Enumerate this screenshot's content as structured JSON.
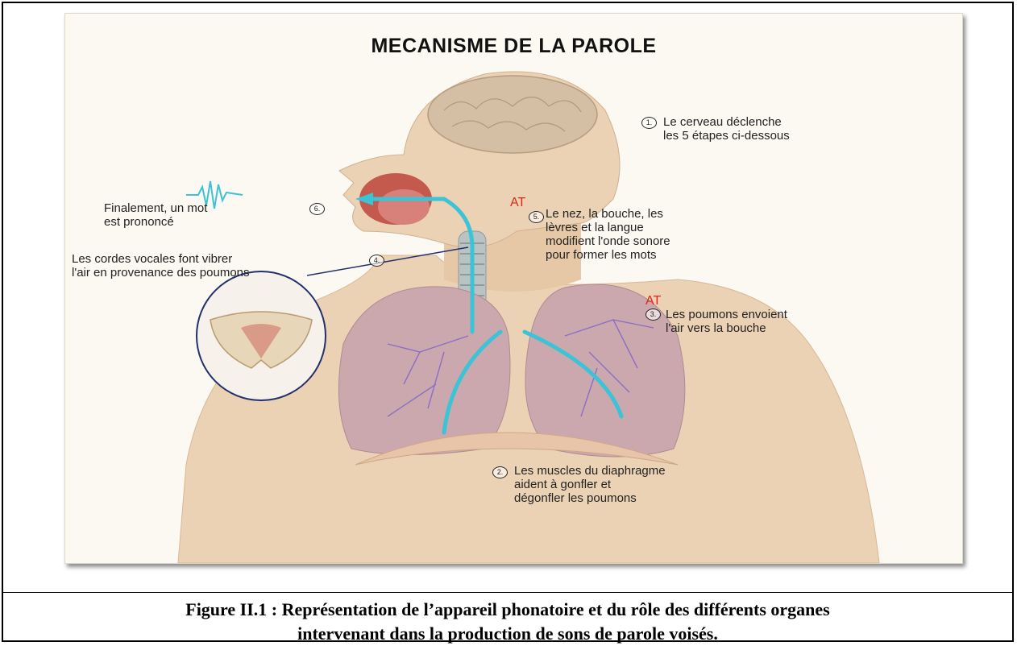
{
  "figure": {
    "title": "MECANISME DE LA PAROLE",
    "labels": [
      {
        "num": "1.",
        "text": "Le cerveau déclenche\nles 5 étapes ci-dessous"
      },
      {
        "num": "2.",
        "text": "Les muscles du diaphragme\naident à gonfler et\ndégonfler les poumons"
      },
      {
        "num": "3.",
        "text": "Les poumons envoient\nl'air vers la bouche"
      },
      {
        "num": "4.",
        "text": "Les cordes vocales font vibrer\nl'air en provenance des poumons"
      },
      {
        "num": "5.",
        "text": "Le nez, la bouche, les\nlèvres et la langue\nmodifient l'onde sonore\npour former les mots"
      },
      {
        "num": "6.",
        "text": "Finalement, un mot\nest prononcé"
      }
    ],
    "watermark": "AT",
    "colors": {
      "airflow": "#3cc3d6",
      "skin": "#ecd2b4",
      "brain": "#d4bfa5",
      "lung": "#cba8ad",
      "vessels": "#8a6fc4",
      "watermark": "#e2241b"
    }
  },
  "caption": {
    "line1": "Figure II.1 : Représentation de l’appareil phonatoire et du rôle des différents organes",
    "line2": "intervenant dans la production de sons de parole voisés."
  }
}
